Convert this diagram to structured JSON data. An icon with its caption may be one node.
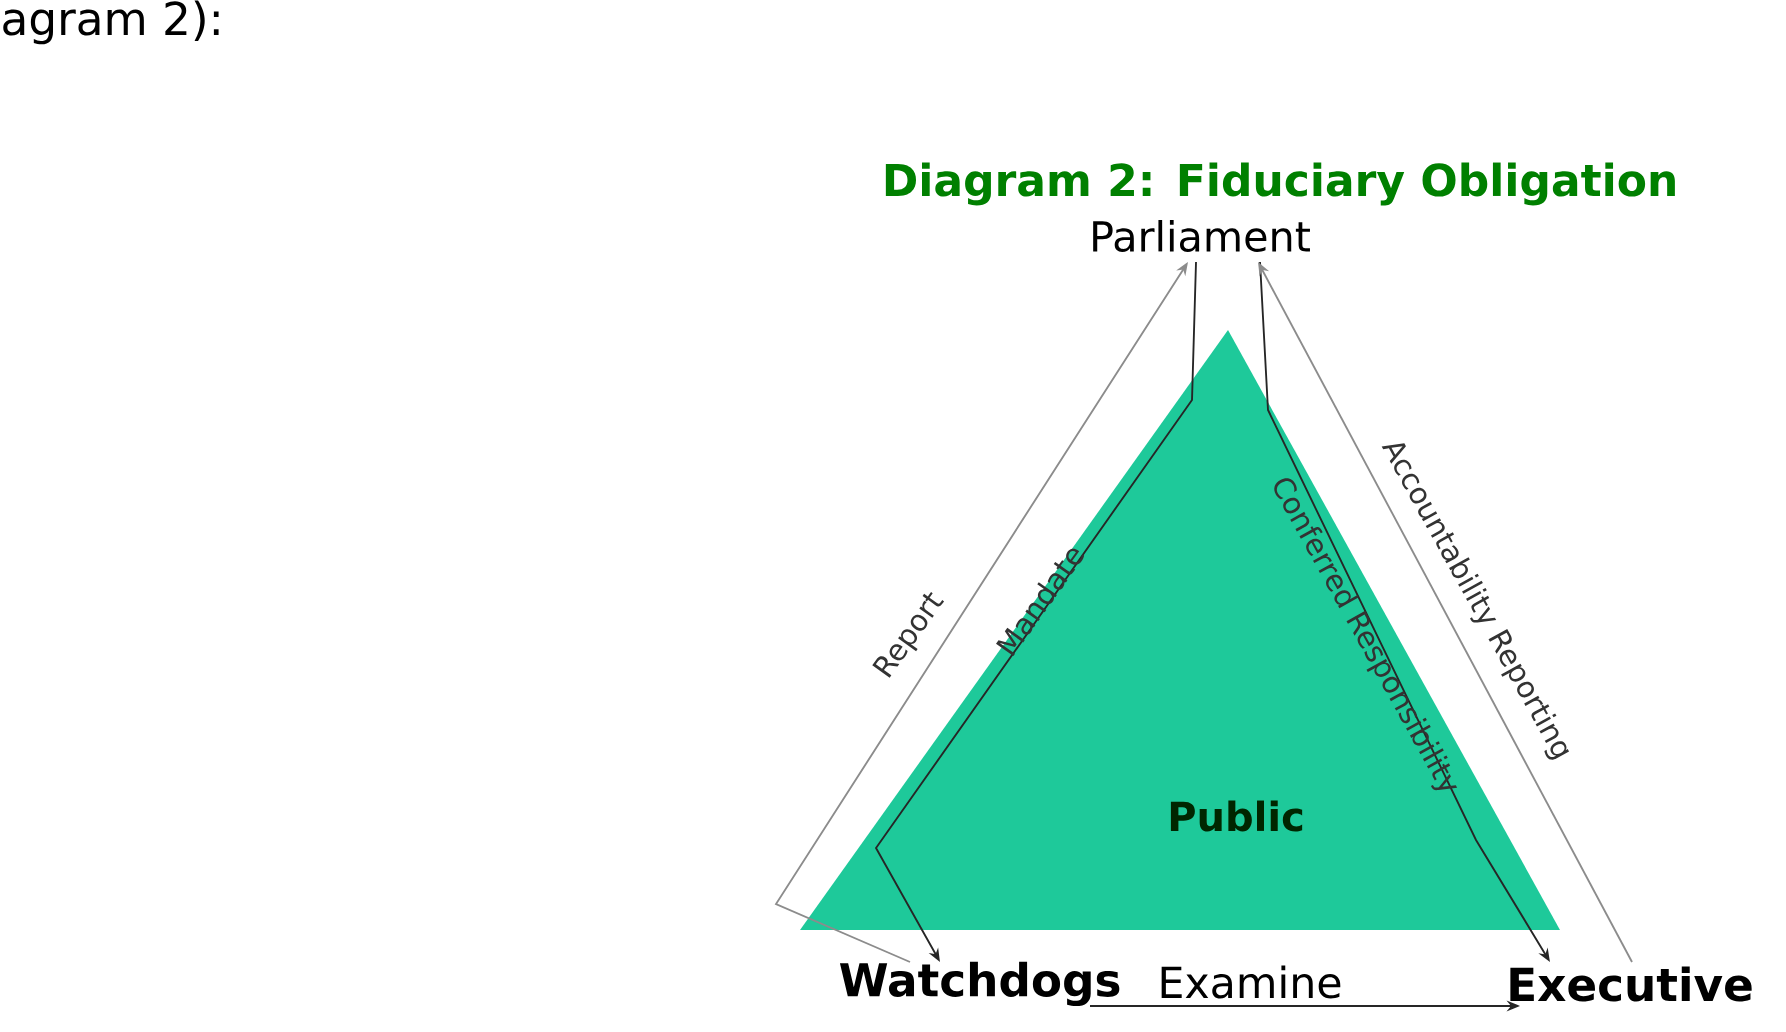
{
  "diagram": {
    "title": "Diagram 2: Fiduciary Obligation",
    "nodes": [
      {
        "text": [
          "Parliament"
        ]
      },
      {
        "text": [
          "Public"
        ]
      },
      {
        "text": [
          "Watchdogs"
        ]
      },
      {
        "text": [
          "Executive"
        ]
      }
    ],
    "edges": [
      {
        "from": 2,
        "to": 0,
        "arrow": "to",
        "label": "Report",
        "color": "#8c8c8c"
      },
      {
        "from": 0,
        "to": 2,
        "arrow": "to",
        "label": "Mandate"
      },
      {
        "from": 0,
        "to": 3,
        "arrow": "to",
        "label": "Conferred Responsibility"
      },
      {
        "from": 3,
        "to": 0,
        "arrow": "to",
        "label": "Accountability Reporting",
        "color": "#8c8c8c"
      },
      {
        "from": 2,
        "to": 3,
        "arrow": "to",
        "label": "Examine"
      }
    ],
    "labels": [
      "agram 2):"
    ]
  }
}
